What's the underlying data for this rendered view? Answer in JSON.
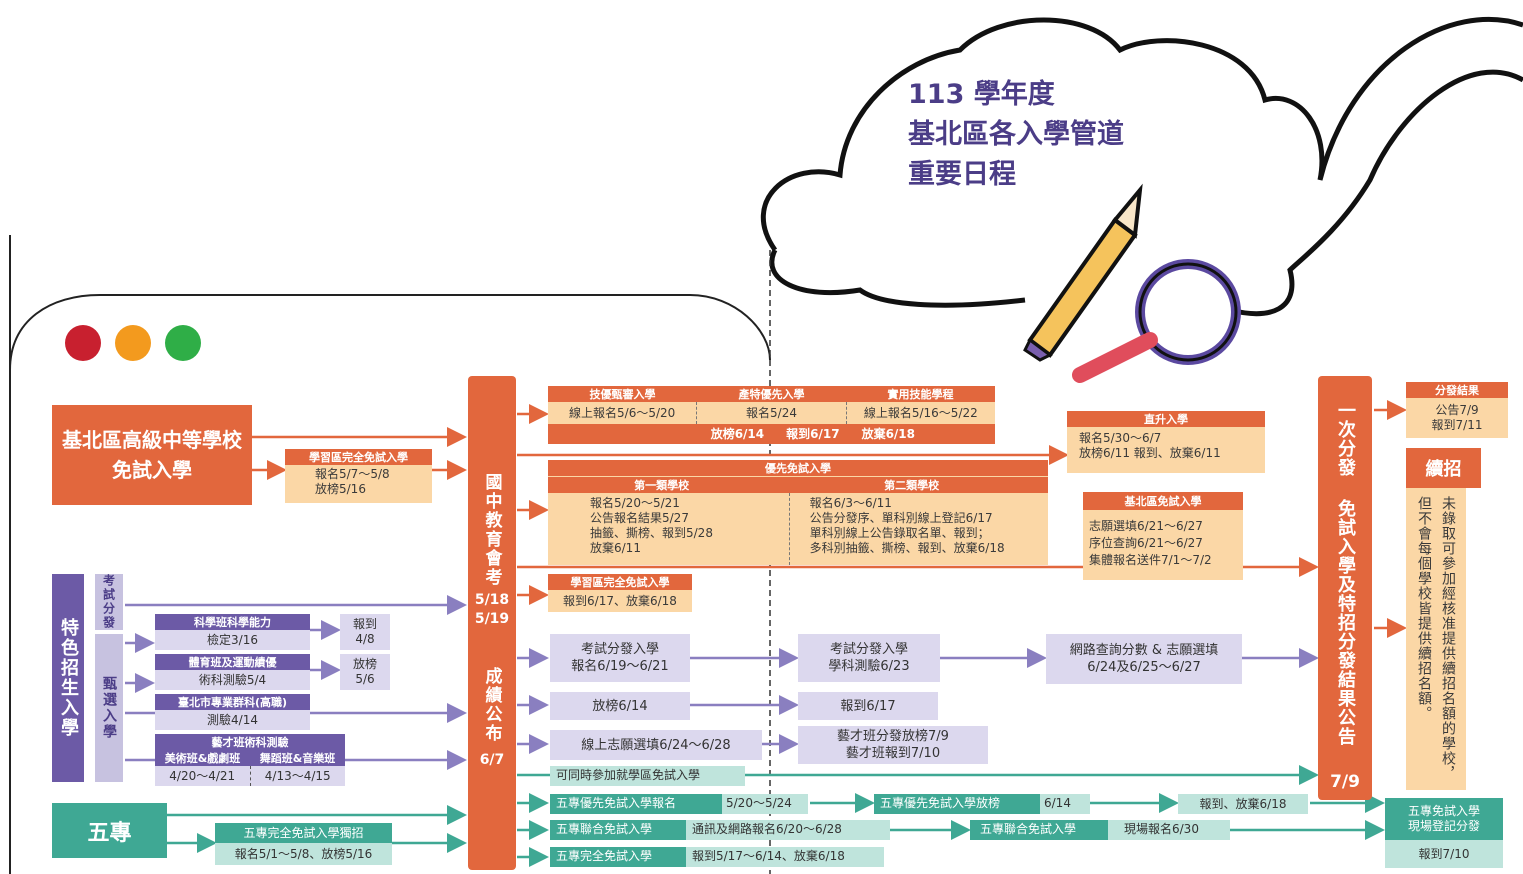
{
  "title": {
    "line1": "113 學年度",
    "line2": "基北區各入學管道",
    "line3": "重要日程"
  },
  "colors": {
    "orange": "#e2673d",
    "light_orange": "#fbd7a6",
    "purple": "#6c5aa6",
    "light_purple": "#c7c2e0",
    "teal": "#3fa894",
    "light_teal": "#bfe4dc",
    "dot_red": "#c8202f",
    "dot_orange": "#f39a1e",
    "dot_green": "#2fae47"
  },
  "left": {
    "main_label": "基北區高級中等學校\n免試入學",
    "xuexi": {
      "head": "學習區完全免試入學",
      "body": "報名5/7～5/8\n放榜5/16"
    },
    "tese": "特色招生入學",
    "kaoshi": "考試分發",
    "zhenxuan": "甄選入學",
    "sci": {
      "head": "科學班科學能力",
      "body": "檢定3/16",
      "side": "報到\n4/8"
    },
    "sport": {
      "head": "體育班及運動績優",
      "body": "術科測驗5/4",
      "side": "放榜\n5/6"
    },
    "taipei": {
      "head": "臺北市專業群科(高職)",
      "body": "測驗4/14"
    },
    "art": {
      "head": "藝才班術科測驗",
      "sub1": "美術班&戲劇班",
      "sub2": "舞蹈班&音樂班",
      "d1": "4/20～4/21",
      "d2": "4/13～4/15"
    },
    "wuzhuan": "五專",
    "wz_only": {
      "head": "五專完全免試入學獨招",
      "body": "報名5/1～5/8、放榜5/16"
    }
  },
  "center": {
    "huikao": "國中教育會考",
    "huikao_date": "5/18\n5/19",
    "chengji": "成績公布",
    "chengji_date": "6/7"
  },
  "top": {
    "h1": "技優甄審入學",
    "h2": "產特優先入學",
    "h3": "實用技能學程",
    "r1": "線上報名5/6～5/20",
    "r2": "報名5/24",
    "r3": "線上報名5/16～5/22",
    "r4": "放榜6/14",
    "r5": "報到6/17",
    "r6": "放棄6/18"
  },
  "zhisheng": {
    "head": "直升入學",
    "body": "報名5/30～6/7\n放榜6/11 報到、放棄6/11"
  },
  "youxian": {
    "head": "優先免試入學",
    "h1": "第一類學校",
    "h2": "第二類學校",
    "b1": "報名5/20～5/21\n公告報名結果5/27\n抽籤、撕榜、報到5/28\n放棄6/11",
    "b2": "報名6/3～6/11\n公告分發序、單科別線上登記6/17\n單科別線上公告錄取名單、報到；\n多科別抽籤、撕榜、報到、放棄6/18"
  },
  "jibei": {
    "head": "基北區免試入學",
    "body": "志願選填6/21～6/27\n序位查詢6/21～6/27\n集體報名送件7/1～7/2"
  },
  "xuexi2": {
    "head": "學習區完全免試入學",
    "body": "報到6/17、放棄6/18"
  },
  "kf1": "考試分發入學\n報名6/19～6/21",
  "kf2": "考試分發入學\n學科測驗6/23",
  "kf3": "網路查詢分數 & 志願選填\n6/24及6/25～6/27",
  "fb1": "放榜6/14",
  "bd1": "報到6/17",
  "xz": "線上志願選填6/24～6/28",
  "art2": "藝才班分發放榜7/9\n藝才班報到7/10",
  "tongshi": "可同時參加就學區免試入學",
  "wz": {
    "a1": "五專優先免試入學報名",
    "a2": "5/20～5/24",
    "a3": "五專優先免試入學放榜",
    "a4": "6/14",
    "a5": "報到、放棄6/18",
    "b1": "五專聯合免試入學",
    "b2": "通訊及網路報名6/20～6/28",
    "b3": "五專聯合免試入學",
    "b4": "現場報名6/30",
    "c1": "五專完全免試入學",
    "c2": "報到5/17～6/14、放棄6/18",
    "end_head": "五專免試入學\n現場登記分發",
    "end_body": "報到7/10"
  },
  "right": {
    "yici": "一次分發 免試入學及特招分發結果公告",
    "yici_date": "7/9",
    "result_head": "分發結果",
    "result_body": "公告7/9\n報到7/11",
    "xuzhao": "續招",
    "xuzhao_body": "未錄取可參加經核准提供續招名額的學校，但不會每個學校皆提供續招名額。"
  }
}
